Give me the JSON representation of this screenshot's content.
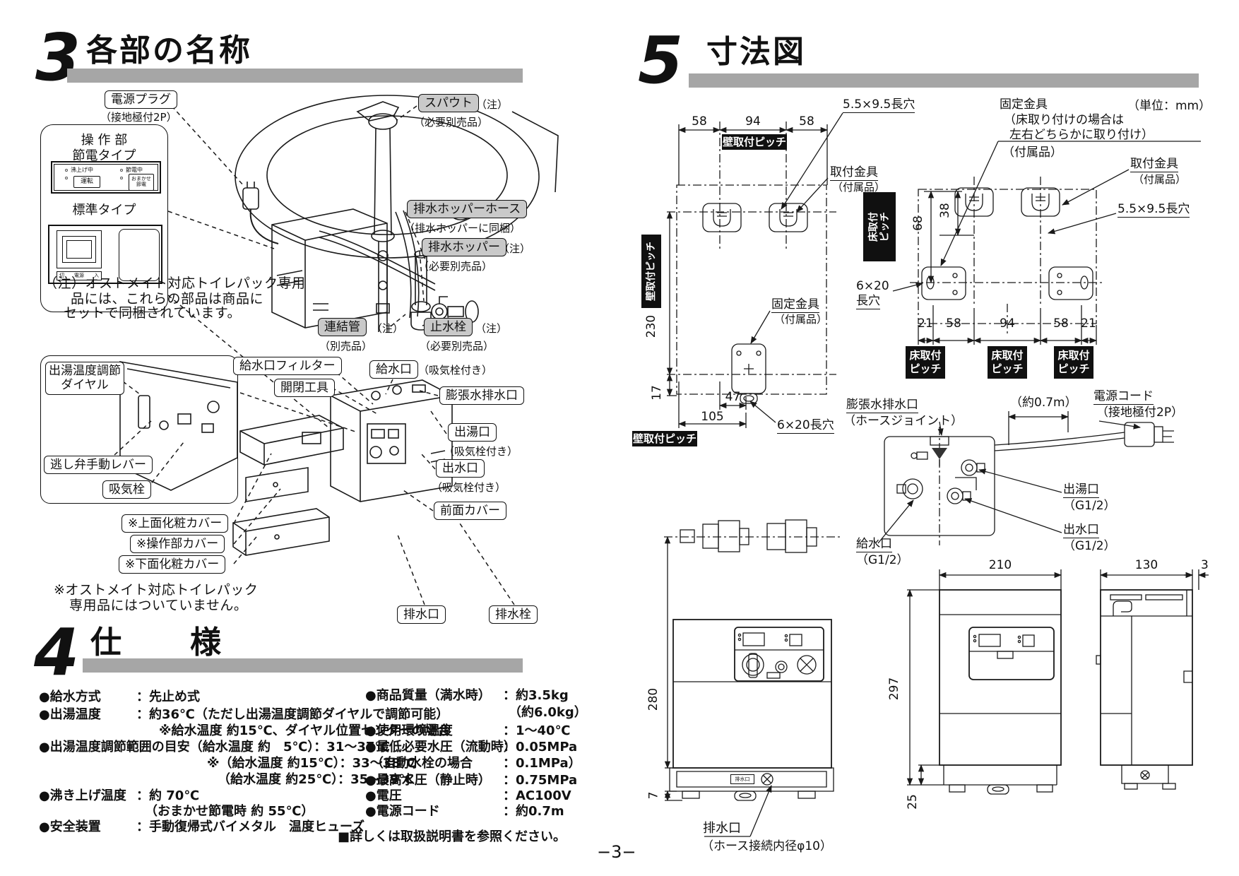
{
  "page": {
    "number": "−3−"
  },
  "colors": {
    "header_bar": "#a6a6a6",
    "gray_label": "#c9c9c9",
    "black_box": "#101010",
    "line_art": "#1a1a1a"
  },
  "sec3": {
    "num": "3",
    "title": "各部の名称",
    "panel": {
      "title": "操 作 部",
      "eco": "節電タイプ",
      "std": "標準タイプ",
      "lamp_boil": "沸上げ中",
      "lamp_eco": "節電中",
      "btn_run": "運転",
      "btn_eco1": "おまかせ",
      "btn_eco2": "節電",
      "sw_off": "切",
      "sw_pow": "電源",
      "sw_on": "入"
    },
    "note1": "（注）オストメイト対応トイレパック専用",
    "note2": "品には、これらの部品は商品に",
    "note3": "セットで同梱されています。",
    "note_mark": "（注）",
    "power_plug": "電源プラグ",
    "power_plug_sub": "（接地極付2P）",
    "spout": "スパウト",
    "spout_sub": "（必要別売品）",
    "hopper_hose": "排水ホッパーホース",
    "hopper_hose_sub": "（排水ホッパーに同梱）",
    "hopper": "排水ホッパー",
    "hopper_sub": "（必要別売品）",
    "renketsu": "連結管",
    "renketsu_sub": "（別売品）",
    "shisui": "止水栓",
    "shisui_sub": "（必要別売品）",
    "dial1": "出湯温度調節",
    "dial2": "ダイヤル",
    "lever": "逃し弁手動レバー",
    "kyuki": "吸気栓",
    "filter": "給水口フィルター",
    "tool": "開閉工具",
    "kyusui": "給水口",
    "with_kyuki": "（吸気栓付き）",
    "expansion": "膨張水排水口",
    "shutsuyu": "出湯口",
    "shussui": "出水口",
    "front_cover": "前面カバー",
    "top_cover": "※上面化粧カバー",
    "ctrl_cover": "※操作部カバー",
    "btm_cover": "※下面化粧カバー",
    "cover_note1": "※オストメイト対応トイレパック",
    "cover_note2": "専用品にはついていません。",
    "drain": "排水口",
    "drain_plug": "排水栓"
  },
  "sec4": {
    "num": "4",
    "title": "仕　　様",
    "l0l": "●給水方式",
    "l0v": "：先止め式",
    "l1l": "●出湯温度",
    "l1v": "：約36℃（ただし出湯温度調節ダイヤルで調節可能）",
    "l2v": "※給水温度 約15℃、ダイヤル位置センターの場合",
    "l3": "●出湯温度調節範囲の目安（給水温度 約　5℃）：31～37℃",
    "l4": "※（給水温度 約15℃）：33～38℃",
    "l5": "（給水温度 約25℃）：35～39℃",
    "l6l": "●沸き上げ温度",
    "l6v": "：約 70℃",
    "l7v": "（おまかせ節電時 約 55℃）",
    "l8l": "●安全装置",
    "l8v": "：手動復帰式バイメタル　温度ヒューズ",
    "r0l": "●商品質量（満水時）",
    "r0v": "：約3.5kg",
    "r1v": "（約6.0kg）",
    "r2l": "●使用環境温度",
    "r2v": "：1～40℃",
    "r3l": "●最低必要水圧（流動時）",
    "r3v": "：0.05MPa",
    "r4l": "（自動水栓の場合",
    "r4v": "：0.1MPa）",
    "r5l": "●最高水圧（静止時）",
    "r5v": "：0.75MPa",
    "r6l": "●電圧",
    "r6v": "：AC100V",
    "r7l": "●電源コード",
    "r7v": "：約0.7m",
    "footer": "■詳しくは取扱説明書を参照ください。"
  },
  "sec5": {
    "num": "5",
    "title": "寸法図",
    "unit": "（単位：mm）",
    "slot55": "5.5×9.5長穴",
    "d58a": "58",
    "d94": "94",
    "d58b": "58",
    "wall_pitch": "壁取付ピッチ",
    "bracket": "取付金具",
    "bracket_sub": "（付属品）",
    "fix": "固定金具",
    "fix_sub": "（付属品）",
    "d230": "230",
    "d17": "17",
    "d47": "47",
    "d105": "105",
    "slot620": "6×20長穴",
    "slot620a": "6×20",
    "slot620b": "長穴",
    "fix2_1": "固定金具",
    "fix2_2": "（床取り付けの場合は",
    "fix2_3": "左右どちらかに取り付け）",
    "fix2_4": "（付属品）",
    "d68": "68",
    "d38": "38",
    "floor_pitch": "床取付ピッチ",
    "floor_pitch1": "床取付",
    "floor_pitch2": "ピッチ",
    "d21a": "21",
    "d58c": "58",
    "d94b": "94",
    "d58d": "58",
    "d21b": "21",
    "expansion": "膨張水排水口",
    "expansion_sub": "（ホースジョイント）",
    "cord_len": "（約0.7m）",
    "cord": "電源コード",
    "cord_sub": "（接地極付2P）",
    "hot": "出湯口",
    "out": "出水口",
    "in": "給水口",
    "g12": "（G1/2）",
    "d210": "210",
    "d130": "130",
    "d3": "3",
    "d280": "280",
    "d297": "297",
    "d7": "7",
    "d25": "25",
    "drain": "排水口",
    "drain_sub": "（ホース接続内径φ10）",
    "drain_tag": "排水口"
  }
}
